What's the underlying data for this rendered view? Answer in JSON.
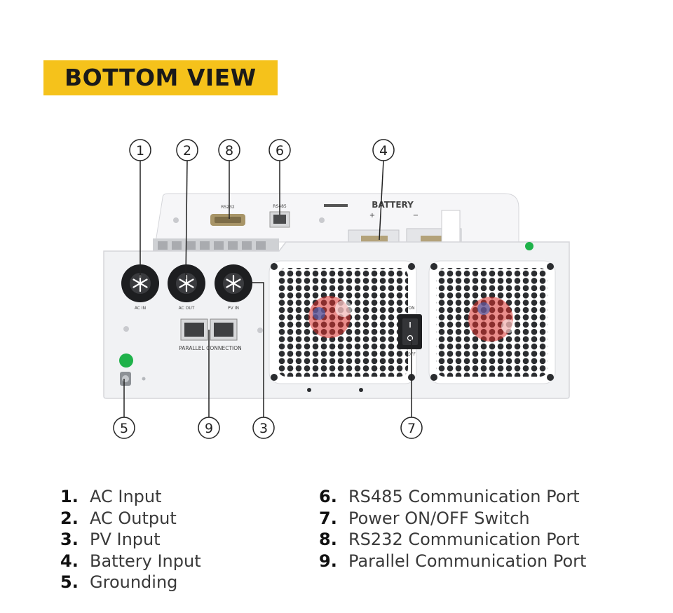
{
  "title": "BOTTOM VIEW",
  "colors": {
    "accent": "#f5c21b",
    "body": "#f1f2f4",
    "fan_red": "#d9302c",
    "fan_blue": "#3c63b8",
    "ground_green": "#1fb24a"
  },
  "panel_labels": {
    "ac_in": "AC IN",
    "ac_out": "AC OUT",
    "pv_in": "PV IN",
    "parallel": "PARALLEL CONNECTION",
    "rs232": "RS232",
    "rs485": "RS485",
    "battery": "BATTERY",
    "plus": "+",
    "minus": "−",
    "on": "ON",
    "off": "OFF"
  },
  "callouts": [
    {
      "num": "1"
    },
    {
      "num": "2"
    },
    {
      "num": "8"
    },
    {
      "num": "6"
    },
    {
      "num": "4"
    },
    {
      "num": "5"
    },
    {
      "num": "9"
    },
    {
      "num": "3"
    },
    {
      "num": "7"
    }
  ],
  "legend_left": [
    {
      "num": "1.",
      "label": "AC Input"
    },
    {
      "num": "2.",
      "label": "AC Output"
    },
    {
      "num": "3.",
      "label": "PV Input"
    },
    {
      "num": "4.",
      "label": "Battery Input"
    },
    {
      "num": "5.",
      "label": "Grounding"
    }
  ],
  "legend_right": [
    {
      "num": "6.",
      "label": "RS485 Communication Port"
    },
    {
      "num": "7.",
      "label": "Power ON/OFF Switch"
    },
    {
      "num": "8.",
      "label": "RS232 Communication Port"
    },
    {
      "num": "9.",
      "label": "Parallel Communication Port"
    }
  ]
}
